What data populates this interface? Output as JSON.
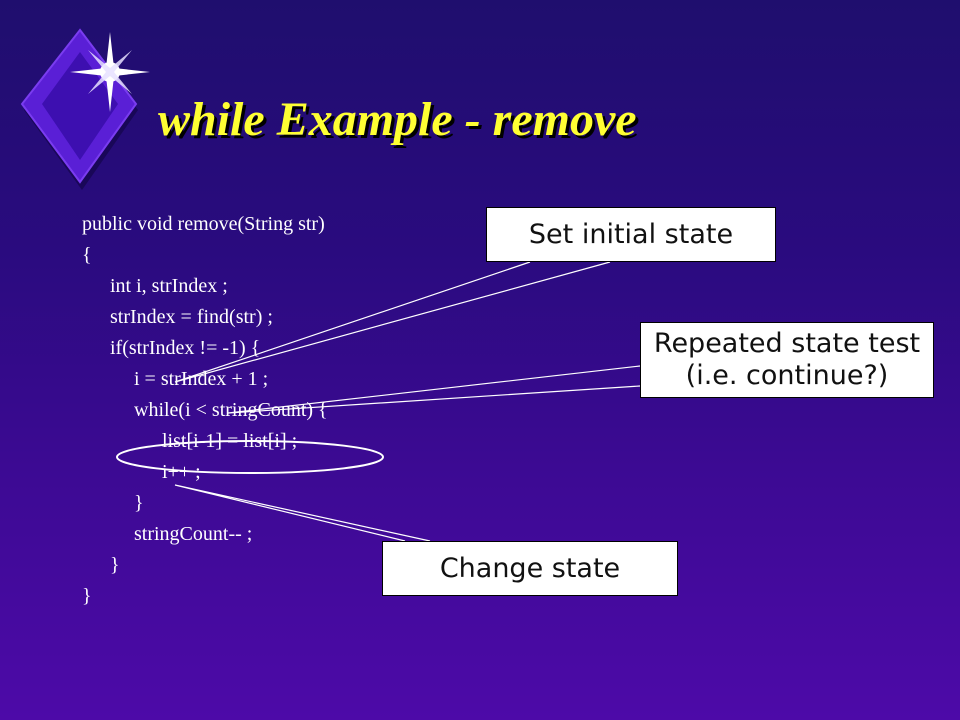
{
  "slide": {
    "title": "while Example - remove"
  },
  "code": {
    "lines": [
      "public void remove(String str)",
      "{",
      "int i, strIndex ;",
      "strIndex = find(str) ;",
      "if(strIndex != -1) {",
      "i = strIndex + 1 ;",
      "while(i < stringCount) {",
      "list[i-1] = list[i] ;",
      "i++ ;",
      "}",
      "stringCount-- ;",
      "}",
      "}"
    ]
  },
  "callouts": {
    "initial": "Set initial state",
    "repeated_line1": "Repeated state test",
    "repeated_line2": "(i.e. continue?)",
    "change": "Change state"
  },
  "colors": {
    "title": "#ffff33",
    "code_text": "#ffffff",
    "callout_bg": "#ffffff",
    "background_top": "#1f0e6e",
    "background_bottom": "#4d0aa8"
  }
}
